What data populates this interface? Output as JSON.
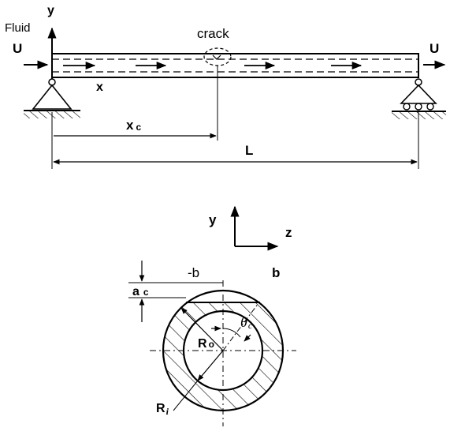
{
  "beam_diagram": {
    "fluid_label": "Fluid",
    "y_axis_label": "y",
    "inlet_velocity": "U",
    "outlet_velocity": "U",
    "crack_label": "crack",
    "x_axis_label": "x",
    "crack_position_label": "x",
    "crack_position_sub": "c",
    "length_label": "L"
  },
  "section_diagram": {
    "y_axis_label": "y",
    "z_axis_label": "z",
    "neg_b_label": "-b",
    "b_label": "b",
    "crack_depth_label": "a",
    "crack_depth_sub": "c",
    "theta_label": "θ",
    "theta_sub": "c",
    "outer_radius_label": "R",
    "outer_radius_sub": "o",
    "inner_radius_label": "R",
    "inner_radius_sub": "i"
  },
  "colors": {
    "ink": "#000000",
    "background": "#ffffff"
  }
}
